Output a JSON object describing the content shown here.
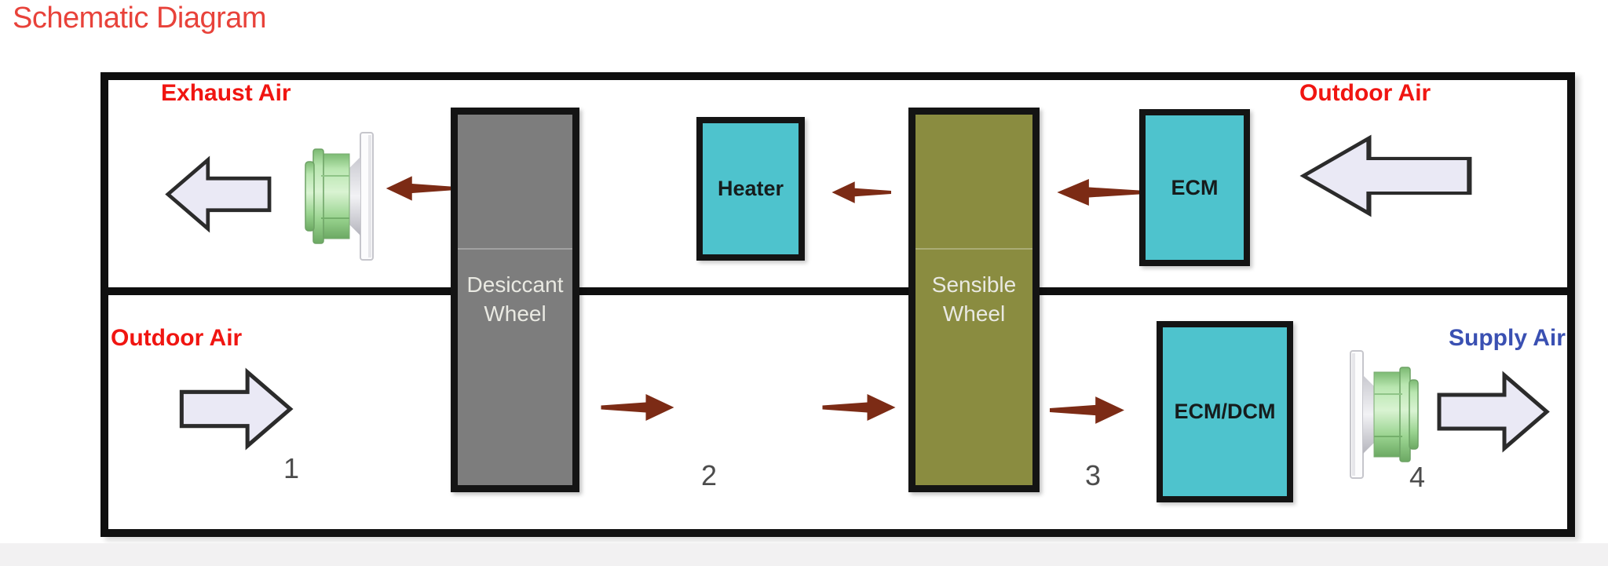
{
  "title": "Schematic Diagram",
  "colors": {
    "title_red": "#e8423a",
    "label_red": "#f01511",
    "label_blue": "#3a50b2",
    "component_cyan": "#4ec3cd",
    "wheel_gray": "#7d7d7d",
    "wheel_olive": "#8a8c40",
    "flow_arrow_dark_red": "#7c2b15",
    "block_arrow_fill": "#eae9f5",
    "number_gray": "#4c4c4c"
  },
  "diagram": {
    "channels": {
      "top": {
        "left_label": "Exhaust Air",
        "right_label": "Outdoor Air"
      },
      "bottom": {
        "left_label": "Outdoor Air",
        "right_label": "Supply Air"
      }
    },
    "components": {
      "desiccant_wheel": {
        "line1": "Desiccant",
        "line2": "Wheel"
      },
      "sensible_wheel": {
        "line1": "Sensible",
        "line2": "Wheel"
      },
      "heater": {
        "label": "Heater"
      },
      "ecm": {
        "label": "ECM"
      },
      "ecm_dcm": {
        "label": "ECM/DCM"
      }
    },
    "state_points": [
      "1",
      "2",
      "3",
      "4"
    ]
  }
}
